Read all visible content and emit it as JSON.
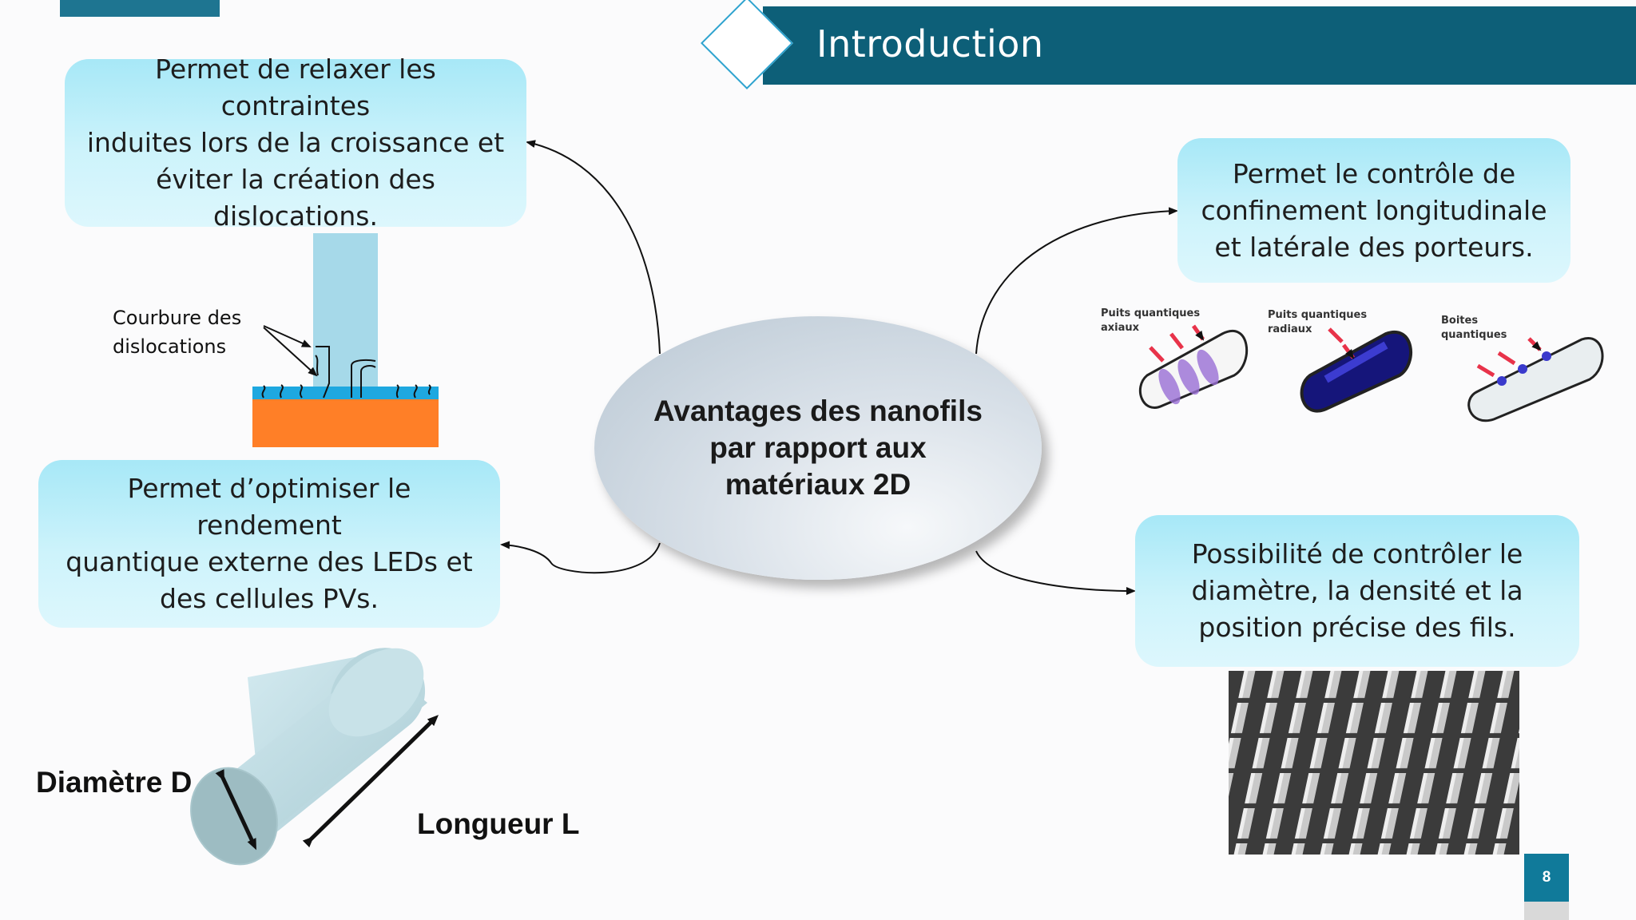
{
  "header": {
    "title": "Introduction"
  },
  "center": {
    "text": "Avantages des nanofils par rapport aux matériaux 2D"
  },
  "boxes": {
    "top_left": [
      "Permet de relaxer les contraintes",
      "induites lors de la croissance et",
      "éviter la création des",
      "dislocations."
    ],
    "bottom_left": [
      "Permet d’optimiser le rendement",
      "quantique externe des LEDs et",
      "des cellules PVs."
    ],
    "top_right": [
      "Permet le contrôle de",
      "confinement longitudinale",
      "et latérale des porteurs."
    ],
    "bottom_right": [
      "Possibilité de contrôler le",
      "diamètre, la densité et la",
      "position précise des fils."
    ]
  },
  "labels": {
    "dislocations": [
      "Courbure des",
      "dislocations"
    ],
    "diameter": "Diamètre D",
    "length": "Longueur L",
    "axial": [
      "Puits quantiques",
      "axiaux"
    ],
    "radial": [
      "Puits quantiques",
      "radiaux"
    ],
    "dots": [
      "Boites",
      "quantiques"
    ]
  },
  "colors": {
    "title_bar": "#0d5f78",
    "box_fill": "#c9f1fb",
    "substrate": "#ff7f27",
    "layer": "#1ea8e0",
    "nanowire": "#a6d9e9"
  },
  "footer": {
    "page_number": "8"
  }
}
